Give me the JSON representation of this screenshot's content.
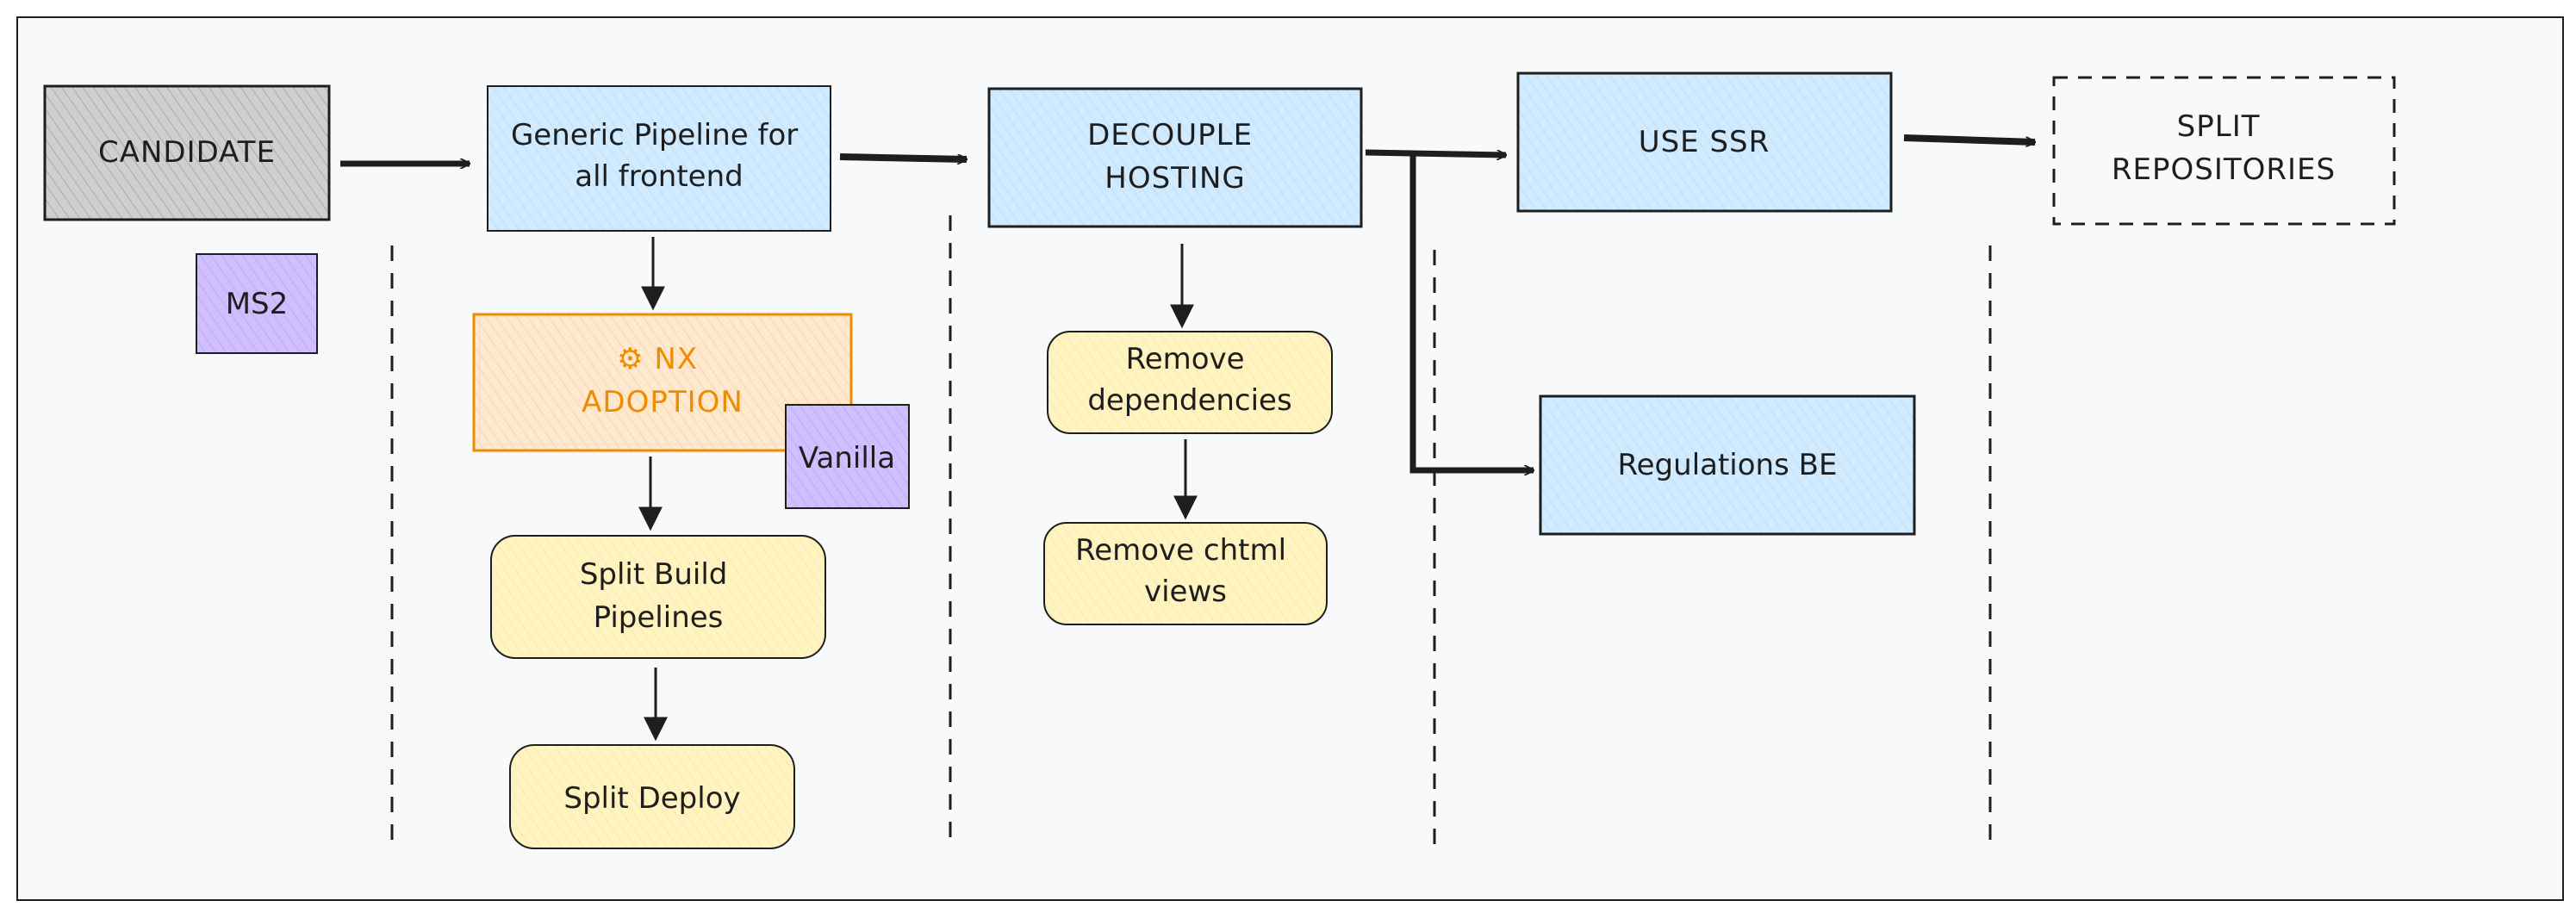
{
  "nodes": {
    "candidate": {
      "lines": [
        "CANDIDATE"
      ],
      "fill": "#cfcfcf"
    },
    "ms2": {
      "lines": [
        "MS2"
      ],
      "fill": "#d0bfff"
    },
    "generic_pipeline": {
      "lines": [
        "Generic Pipeline for",
        "all frontend"
      ],
      "fill": "#d0ebff"
    },
    "nx_adoption": {
      "lines": [
        "⚙ NX",
        "ADOPTION"
      ],
      "fill": "#ffe8cc",
      "color": "#f08c00"
    },
    "vanilla": {
      "lines": [
        "Vanilla"
      ],
      "fill": "#d0bfff"
    },
    "split_build": {
      "lines": [
        "Split Build",
        "Pipelines"
      ],
      "fill": "#fff3bf"
    },
    "split_deploy": {
      "lines": [
        "Split Deploy"
      ],
      "fill": "#fff3bf"
    },
    "decouple_hosting": {
      "lines": [
        "DECOUPLE",
        "HOSTING"
      ],
      "fill": "#d0ebff"
    },
    "remove_deps": {
      "lines": [
        "Remove",
        "dependencies"
      ],
      "fill": "#fff3bf"
    },
    "remove_chtml": {
      "lines": [
        "Remove chtml",
        "views"
      ],
      "fill": "#fff3bf"
    },
    "use_ssr": {
      "lines": [
        "USE SSR"
      ],
      "fill": "#d0ebff"
    },
    "regulations_be": {
      "lines": [
        "Regulations BE"
      ],
      "fill": "#d0ebff"
    },
    "split_repos": {
      "lines": [
        "SPLIT",
        "REPOSITORIES"
      ],
      "fill": "none"
    }
  },
  "colors": {
    "frame_fill": "#f8f9fa",
    "stroke": "#1e1e1e",
    "orange": "#f08c00"
  }
}
